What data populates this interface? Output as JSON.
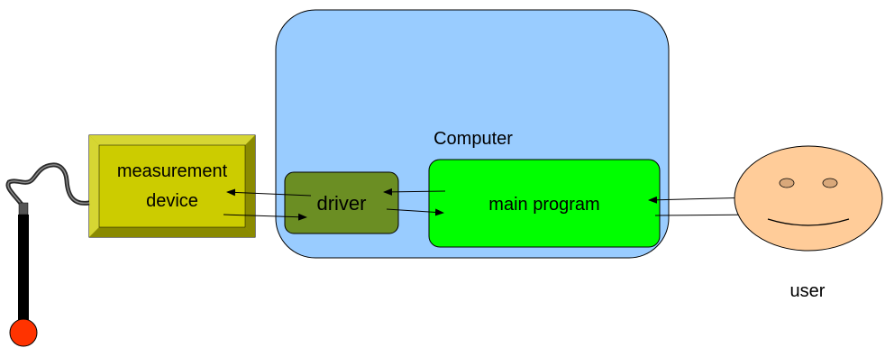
{
  "labels": {
    "computer": "Computer",
    "device_line1": "measurement",
    "device_line2": "device",
    "driver": "driver",
    "main_program": "main program",
    "user": "user"
  },
  "colors": {
    "computer_fill": "#99ccff",
    "device_fill": "#cccc00",
    "device_bevel": "#999900",
    "driver_fill": "#6b8e23",
    "main_program_fill": "#00ff00",
    "user_face_fill": "#ffcc99",
    "probe_body": "#000000",
    "probe_tip": "#ff3300"
  },
  "icons": {
    "user": "smiley-face-icon",
    "sensor": "temperature-probe-icon"
  }
}
